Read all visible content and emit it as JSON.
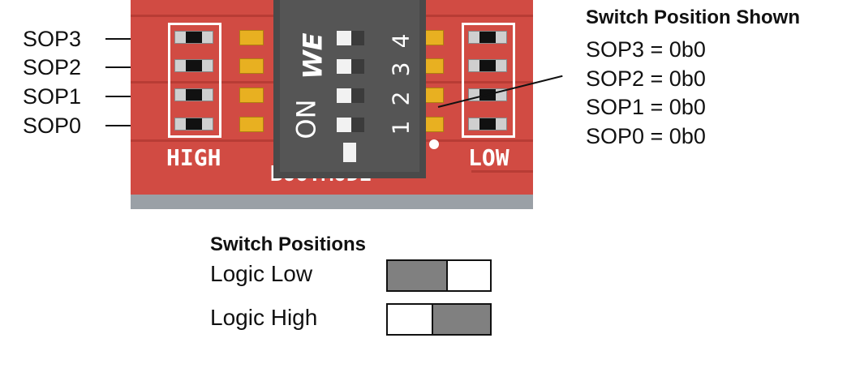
{
  "left_labels": [
    "SOP3",
    "SOP2",
    "SOP1",
    "SOP0"
  ],
  "board": {
    "silk_left": "HIGH",
    "silk_right": "LOW",
    "silk_bottom": "BOOTMODE",
    "dip_on": "ON",
    "dip_brand": "WE",
    "dip_numbers": [
      "4",
      "3",
      "2",
      "1"
    ],
    "colors": {
      "board": "#d14b43",
      "pad": "#e8b021",
      "switch": "#4a4a4a"
    }
  },
  "right_panel": {
    "title": "Switch Position Shown",
    "lines": [
      "SOP3 = 0b0",
      "SOP2 = 0b0",
      "SOP1 = 0b0",
      "SOP0 = 0b0"
    ]
  },
  "legend": {
    "title": "Switch Positions",
    "items": [
      {
        "label": "Logic Low",
        "filled_side": "left"
      },
      {
        "label": "Logic High",
        "filled_side": "right"
      }
    ],
    "fill_color": "#808080"
  }
}
